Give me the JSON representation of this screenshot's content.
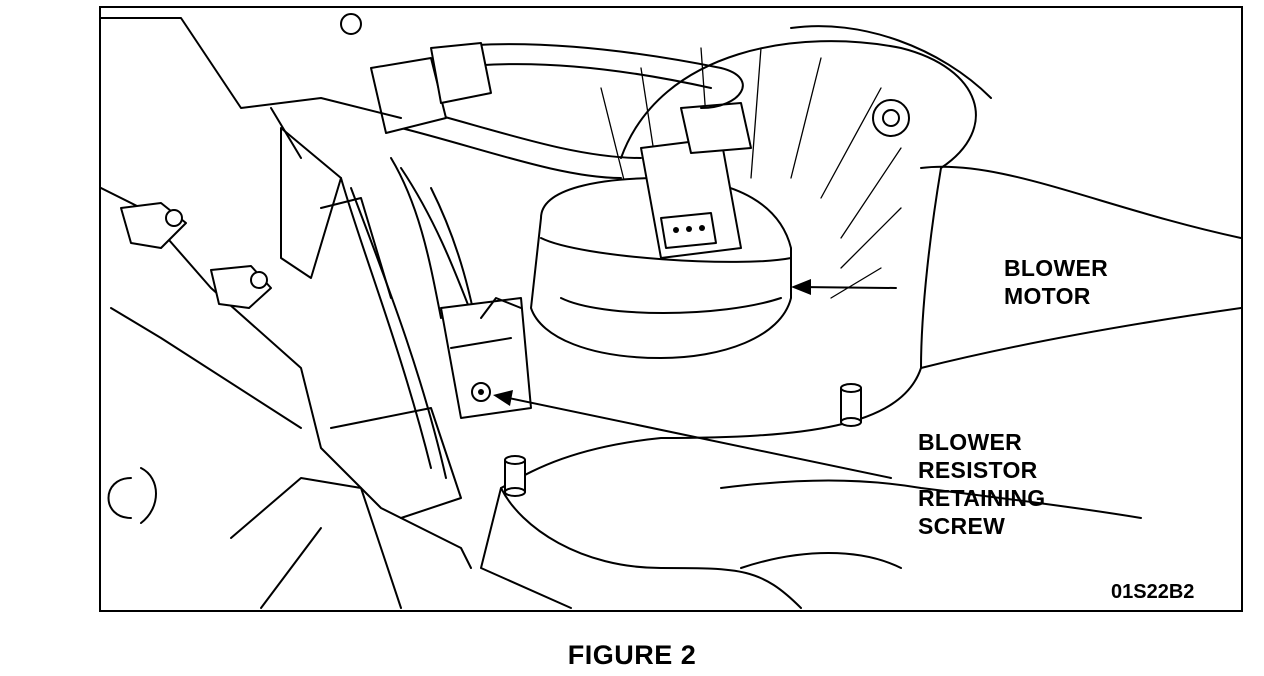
{
  "callouts": {
    "blower_motor": [
      "BLOWER",
      "MOTOR"
    ],
    "resistor_screw": [
      "BLOWER",
      "RESISTOR",
      "RETAINING",
      "SCREW"
    ]
  },
  "figure_id": "01S22B2",
  "caption": "FIGURE 2",
  "colors": {
    "ink": "#000000",
    "paper": "#ffffff"
  }
}
